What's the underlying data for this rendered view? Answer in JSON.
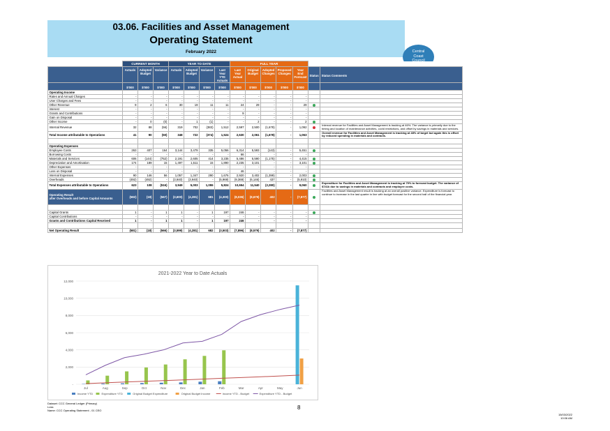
{
  "header": {
    "code_title": "03.06.  Facilities and Asset Management",
    "statement_title": "Operating Statement",
    "period": "February 2022",
    "logo_lines": [
      "Central",
      "Coast",
      "Council"
    ]
  },
  "table": {
    "groups": {
      "current_month": "CURRENT MONTH",
      "year_to_date": "YEAR TO DATE",
      "full_year": "FULL YEAR"
    },
    "columns": [
      "Actuals",
      "Adopted Budget",
      "Variance",
      "Actuals",
      "Adopted Budget",
      "Variance",
      "Last Year YTD Actuals",
      "Last Year Actual",
      "Original Budget",
      "Adopted Changes",
      "Proposed Changes",
      "Year End Forecast",
      "Status",
      "Status Comments"
    ],
    "units": [
      "$'000",
      "$'000",
      "$'000",
      "$'000",
      "$'000",
      "$'000",
      "$'000",
      "$'000",
      "$'000",
      "$'000",
      "$'000",
      "$'000"
    ],
    "rows": [
      {
        "label": "Operating Income",
        "style": "bold",
        "cells": [
          "",
          "",
          "",
          "",
          "",
          "",
          "",
          "",
          "",
          "",
          "",
          ""
        ],
        "status": "",
        "comment": ""
      },
      {
        "label": "Rates and Annual Charges",
        "cells": [
          "-",
          "-",
          "-",
          "-",
          "-",
          "-",
          "-",
          "-",
          "-",
          "-",
          "-",
          "-"
        ],
        "status": "",
        "comment": ""
      },
      {
        "label": "User Charges and Fees",
        "cells": [
          "-",
          "-",
          "-",
          "-",
          "-",
          "-",
          "-",
          "-",
          "-",
          "-",
          "-",
          "-"
        ],
        "status": "",
        "comment": ""
      },
      {
        "label": "Other Revenue",
        "cells": [
          "9",
          "2",
          "6",
          "30",
          "19",
          "11",
          "11",
          "24",
          "29",
          "-",
          "-",
          "29"
        ],
        "status": "green",
        "comment": ""
      },
      {
        "label": "Interest",
        "cells": [
          "-",
          "-",
          "-",
          "-",
          "-",
          "-",
          "-",
          "-",
          "-",
          "-",
          "-",
          "-"
        ],
        "status": "",
        "comment": ""
      },
      {
        "label": "Grants and Contributions",
        "cells": [
          "-",
          "-",
          "-",
          "-",
          "-",
          "-",
          "-",
          "9",
          "-",
          "-",
          "-",
          "-"
        ],
        "status": "",
        "comment": ""
      },
      {
        "label": "Gain on Disposal",
        "cells": [
          "-",
          "-",
          "-",
          "-",
          "-",
          "-",
          "-",
          "-",
          "-",
          "-",
          "-",
          "-"
        ],
        "status": "",
        "comment": ""
      },
      {
        "label": "Other Income",
        "cells": [
          "-",
          "0",
          "(0)",
          "-",
          "1",
          "(1)",
          "-",
          "-",
          "2",
          "-",
          "-",
          "2"
        ],
        "status": "green",
        "comment": ""
      },
      {
        "label": "Internal Revenue",
        "style": "tall",
        "cells": [
          "32",
          "88",
          "(56)",
          "319",
          "702",
          "(383)",
          "1,512",
          "2,597",
          "2,500",
          "(1,678)",
          "-",
          "1,092"
        ],
        "status": "red",
        "comment": "Internal revenue for Facilities and Asset Management is tracking at 46%. The variance is primarily due to the timing and location of maintenance activities, covid restrictions, and offset by savings in materials and services."
      },
      {
        "label": "Total Income attributable to Operations",
        "style": "bold tall",
        "cells": [
          "41",
          "90",
          "(50)",
          "348",
          "722",
          "(374)",
          "1,524",
          "2,630",
          "2,061",
          "(1,678)",
          "-",
          "1,063"
        ],
        "status": "",
        "comment": "Overall revenue for Facilities and Asset Management is tracking at 48% of target but again this is offset by reduced spending in materials and contracts."
      },
      {
        "label": "Operating Expenses",
        "style": "bold",
        "cells": [
          "",
          "",
          "",
          "",
          "",
          "",
          "",
          "",
          "",
          "",
          "",
          ""
        ],
        "status": "",
        "comment": ""
      },
      {
        "label": "Employee Costs",
        "cells": [
          "263",
          "407",
          "164",
          "3,144",
          "3,479",
          "335",
          "5,056",
          "6,314",
          "5,593",
          "(143)",
          "-",
          "5,451"
        ],
        "status": "green",
        "comment": ""
      },
      {
        "label": "Borrowing Costs",
        "cells": [
          "-",
          "-",
          "-",
          "-",
          "-",
          "-",
          "-",
          "66",
          "-",
          "-",
          "-",
          "-"
        ],
        "status": "",
        "comment": ""
      },
      {
        "label": "Materials and Services",
        "cells": [
          "606",
          "(144)",
          "(752)",
          "2,191",
          "2,605",
          "414",
          "3,235",
          "5,486",
          "5,590",
          "(1,175)",
          "-",
          "4,415"
        ],
        "status": "green",
        "comment": ""
      },
      {
        "label": "Depreciation and Amortisation",
        "cells": [
          "174",
          "189",
          "15",
          "1,497",
          "1,511",
          "15",
          "1,890",
          "2,235",
          "3,101",
          "-",
          "-",
          "3,101"
        ],
        "status": "green",
        "comment": ""
      },
      {
        "label": "Other Expenses",
        "cells": [
          "-",
          "-",
          "-",
          "-",
          "-",
          "-",
          "-",
          "-",
          "-",
          "-",
          "-",
          "-"
        ],
        "status": "",
        "comment": ""
      },
      {
        "label": "Loss on Disposal",
        "cells": [
          "-",
          "-",
          "-",
          "-",
          "-",
          "-",
          "-",
          "46",
          "-",
          "-",
          "-",
          "-"
        ],
        "status": "",
        "comment": ""
      },
      {
        "label": "Internal Expenses",
        "cells": [
          "90",
          "146",
          "56",
          "1,057",
          "1,347",
          "290",
          "1,676",
          "2,920",
          "3,402",
          "(1,399)",
          "-",
          "2,003"
        ],
        "status": "green",
        "comment": ""
      },
      {
        "label": "Overheads",
        "cells": [
          "(492)",
          "(492)",
          "-",
          "(3,940)",
          "(3,940)",
          "-",
          "(5,969)",
          "(9,369)",
          "(6,146)",
          "437",
          "-",
          "(5,910)"
        ],
        "status": "green",
        "comment": ""
      },
      {
        "label": "Total Expenses attributable to Operations",
        "style": "bold tall",
        "cells": [
          "623",
          "108",
          "(516)",
          "3,949",
          "5,003",
          "1,055",
          "5,824",
          "10,654",
          "11,540",
          "(2,280)",
          "-",
          "9,060"
        ],
        "status": "green",
        "comment": "Expenditure for Facilities and Asset Management is tracking at 79% to forecast budget. The variance of $741k due to savings in materials and contracts and employee costs."
      }
    ],
    "operating_result": {
      "label_line1": "Operating Result",
      "label_line2": "after Overheads and before Capital Amounts",
      "cells": [
        "(582)",
        "(18)",
        "(567)",
        "(3,600)",
        "(4,281)",
        "681",
        "(4,300)",
        "(8,036)",
        "(8,679)",
        "402",
        "-",
        "(7,877)"
      ],
      "status": "green",
      "comment": "Facilities and Asset Management result is tracking at an overall positive variance. Expenditure is forecast to continue to increase in the last quarter in line with budget forecast for the second half of the financial year."
    },
    "capital_rows": [
      {
        "label": "Capital Grants",
        "cells": [
          "1",
          "-",
          "1",
          "1",
          "-",
          "1",
          "197",
          "246",
          "-",
          "-",
          "-",
          "-"
        ],
        "status": "green"
      },
      {
        "label": "Capital Contributions",
        "cells": [
          "-",
          "-",
          "-",
          "-",
          "-",
          "-",
          "-",
          "-",
          "-",
          "-",
          "-",
          "-"
        ],
        "status": ""
      },
      {
        "label": "Grants and Contributions Capital Received",
        "style": "bold",
        "cells": [
          "1",
          "-",
          "1",
          "1",
          "-",
          "1",
          "197",
          "246",
          "-",
          "-",
          "-",
          "-"
        ],
        "status": ""
      }
    ],
    "net_result": {
      "label": "Net Operating Result",
      "cells": [
        "(581)",
        "(18)",
        "(566)",
        "(3,599)",
        "(4,281)",
        "682",
        "(3,503)",
        "(7,896)",
        "(8,579)",
        "402",
        "-",
        "(7,877)"
      ],
      "status": ""
    }
  },
  "chart_data": {
    "type": "bar",
    "title": "2021-2022 Year to Date Actuals",
    "categories": [
      "Jul",
      "Aug",
      "Sep",
      "Oct",
      "Nov",
      "Dec",
      "Jan",
      "Feb",
      "Mar",
      "Apr",
      "May",
      "Jun"
    ],
    "ylim": [
      0,
      12000
    ],
    "yticks": [
      0,
      2000,
      4000,
      6000,
      8000,
      10000,
      12000
    ],
    "ytick_labels": [
      "-",
      "2,000",
      "4,000",
      "6,000",
      "8,000",
      "10,000",
      "12,000"
    ],
    "grid": true,
    "legend_position": "bottom",
    "series": [
      {
        "name": "Income YTD",
        "kind": "bar",
        "color": "#4a7fc0",
        "values": [
          40,
          80,
          110,
          140,
          180,
          220,
          300,
          350,
          null,
          null,
          null,
          null
        ]
      },
      {
        "name": "Expenditure YTD",
        "kind": "bar",
        "color": "#97c54d",
        "values": [
          450,
          1000,
          1500,
          1950,
          2300,
          2900,
          3300,
          3950,
          null,
          null,
          null,
          null
        ]
      },
      {
        "name": "Original Budget Expenditure",
        "kind": "bar",
        "color": "#4ab3d9",
        "values": [
          null,
          null,
          null,
          null,
          null,
          null,
          null,
          null,
          null,
          null,
          null,
          11500
        ]
      },
      {
        "name": "Original Budget Income",
        "kind": "bar",
        "color": "#f0a045",
        "values": [
          null,
          null,
          null,
          null,
          null,
          null,
          null,
          null,
          null,
          null,
          null,
          3000
        ]
      },
      {
        "name": "Income YTD - Budget",
        "kind": "line",
        "color": "#c0504d",
        "values": [
          80,
          170,
          260,
          340,
          430,
          510,
          600,
          700,
          780,
          870,
          960,
          1060
        ]
      },
      {
        "name": "Expenditure YTD - Budget",
        "kind": "line",
        "color": "#7e57a6",
        "values": [
          1100,
          2200,
          3100,
          3500,
          4000,
          4800,
          5000,
          5800,
          7300,
          8100,
          8700,
          9200
        ]
      }
    ]
  },
  "footer": {
    "left_line1": "Dataset: CCC General Ledger (Primary)",
    "left_line2": "Loss",
    "left_line3": "Name: CCC Operating Statement - 01 CEO",
    "page": "8",
    "right_line1": "15/03/2022",
    "right_line2": "10:06 AM"
  }
}
